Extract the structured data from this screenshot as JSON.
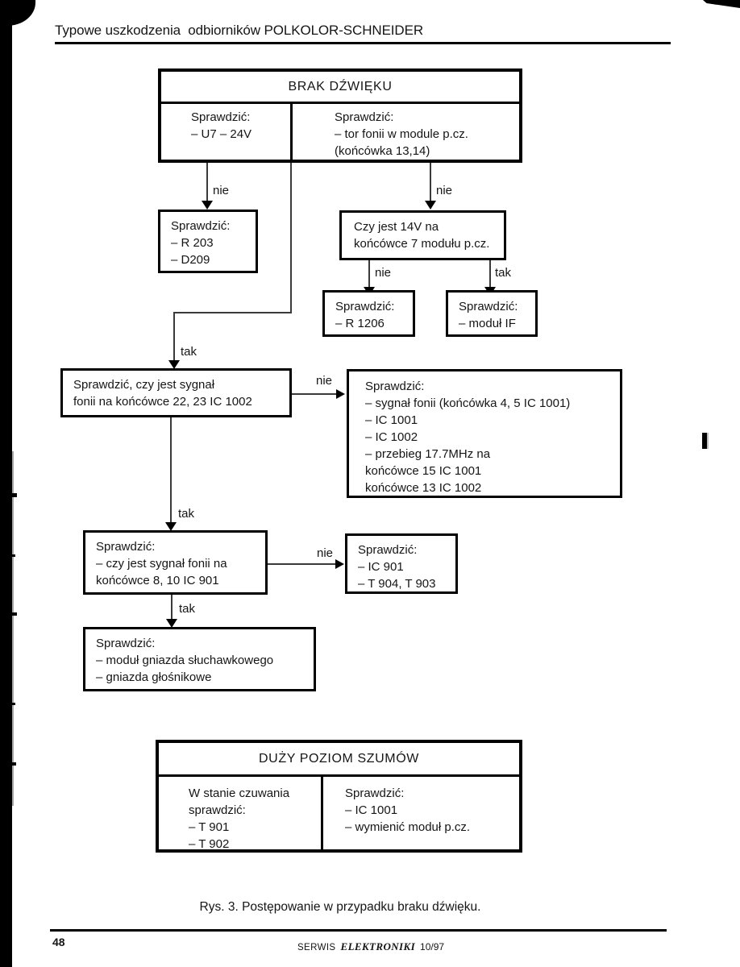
{
  "page": {
    "header_title": "Typowe uszkodzenia  odbiorników POLKOLOR-SCHNEIDER",
    "caption": "Rys. 3. Postępowanie w przypadku braku dźwięku.",
    "page_number": "48",
    "footer": {
      "prefix": "SERWIS",
      "brand": "ELEKTRONIKI",
      "issue": "10/97"
    }
  },
  "flowchart": {
    "edge_labels": {
      "nie": "nie",
      "tak": "tak"
    },
    "brak": {
      "title": "BRAK DŹWIĘKU",
      "left_lines": [
        "Sprawdzić:",
        "– U7 – 24V"
      ],
      "right_lines": [
        "Sprawdzić:",
        "– tor fonii w module p.cz.",
        "(końcówka 13,14)"
      ]
    },
    "r203": {
      "lines": [
        "Sprawdzić:",
        "– R 203",
        "– D209"
      ]
    },
    "czy14v": {
      "lines": [
        "Czy jest 14V na",
        "końcówce 7 modułu p.cz."
      ]
    },
    "r1206": {
      "lines": [
        "Sprawdzić:",
        "– R 1206"
      ]
    },
    "modul_if": {
      "lines": [
        "Sprawdzić:",
        "– moduł IF"
      ]
    },
    "sygnal22": {
      "lines": [
        "Sprawdzić, czy jest sygnał",
        "fonii na końcówce 22, 23 IC 1002"
      ]
    },
    "check_big": {
      "lines": [
        "Sprawdzić:",
        "– sygnał fonii (końcówka 4, 5 IC 1001)",
        "– IC 1001",
        "– IC 1002",
        "– przebieg 17.7MHz na",
        "końcówce 15 IC 1001",
        "końcówce 13 IC 1002"
      ]
    },
    "sygnal8": {
      "lines": [
        "Sprawdzić:",
        "– czy jest sygnał fonii na",
        "końcówce 8, 10 IC 901"
      ]
    },
    "ic901": {
      "lines": [
        "Sprawdzić:",
        "– IC 901",
        "– T 904, T 903"
      ]
    },
    "gniazda": {
      "lines": [
        "Sprawdzić:",
        "– moduł gniazda słuchawkowego",
        "– gniazda głośnikowe"
      ]
    },
    "szumy": {
      "title": "DUŻY POZIOM SZUMÓW",
      "left_lines": [
        "W stanie czuwania",
        "sprawdzić:",
        "– T 901",
        "– T 902"
      ],
      "right_lines": [
        "Sprawdzić:",
        "– IC 1001",
        "– wymienić moduł p.cz."
      ]
    }
  }
}
